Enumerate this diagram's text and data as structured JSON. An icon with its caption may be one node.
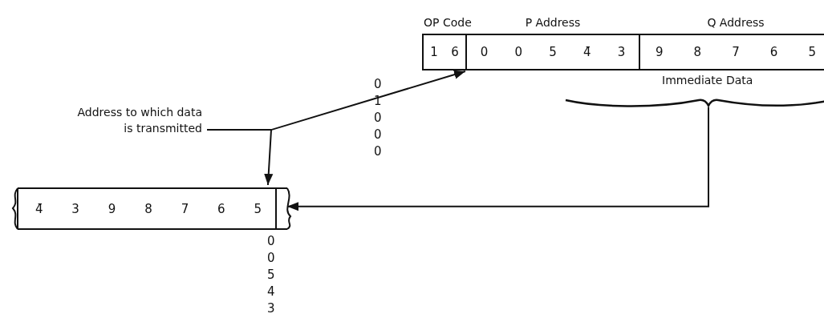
{
  "diagram": {
    "nodes": [
      {
        "text": [
          "OP Code",
          "1",
          "6"
        ]
      },
      {
        "text": [
          "P Address",
          "0",
          "0",
          "5",
          "4̄",
          "3"
        ]
      },
      {
        "text": [
          "Q Address",
          "9",
          "8",
          "7",
          "6",
          "5"
        ]
      },
      {
        "text": [
          "Immediate Data"
        ]
      },
      {
        "text": [
          "Address to which data is transmitted"
        ]
      },
      {
        "text": [
          "4̄",
          "3",
          "9",
          "8",
          "7",
          "6",
          "5"
        ]
      }
    ],
    "edges": [
      {
        "from": 4,
        "to": 1,
        "arrow": "to"
      },
      {
        "from": 4,
        "to": 5,
        "arrow": "to"
      },
      {
        "from": 3,
        "to": 5,
        "arrow": "to"
      }
    ],
    "labels": [
      "0",
      "1",
      "0",
      "0",
      "0",
      "0",
      "0",
      "5",
      "4",
      "3"
    ]
  }
}
